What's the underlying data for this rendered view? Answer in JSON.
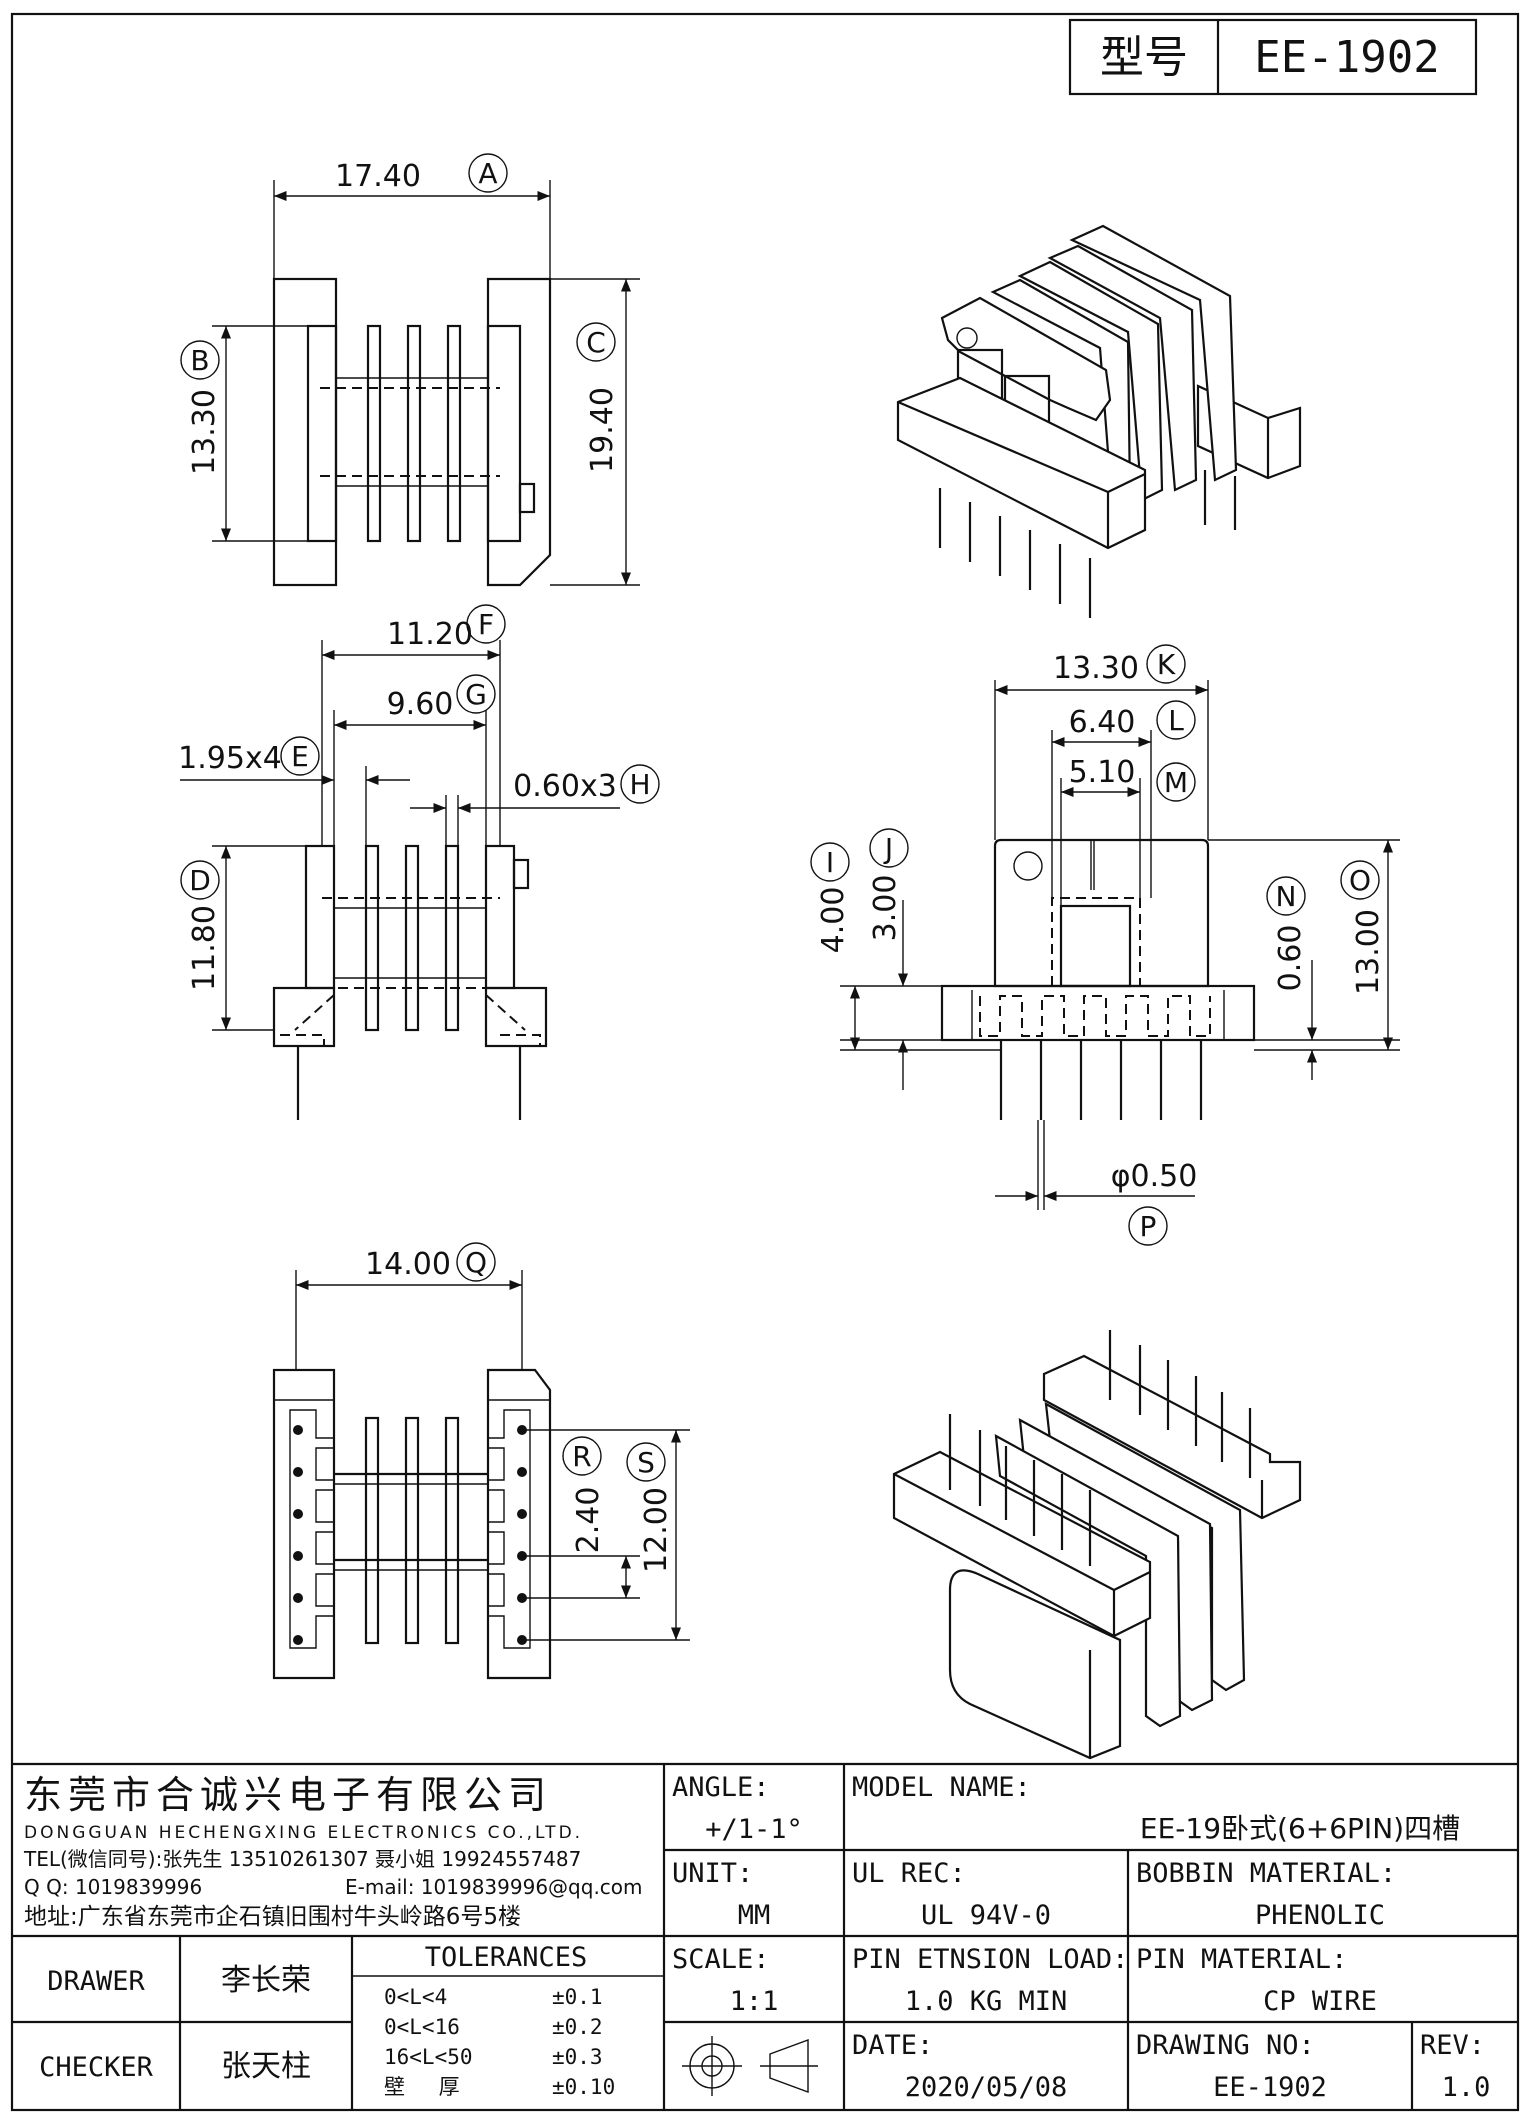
{
  "header": {
    "type_label": "型号",
    "model_code": "EE-1902"
  },
  "dimensions": {
    "A": {
      "letter": "A",
      "value": "17.40"
    },
    "B": {
      "letter": "B",
      "value": "13.30"
    },
    "C": {
      "letter": "C",
      "value": "19.40"
    },
    "D": {
      "letter": "D",
      "value": "11.80"
    },
    "E": {
      "letter": "E",
      "value": "1.95x4"
    },
    "F": {
      "letter": "F",
      "value": "11.20"
    },
    "G": {
      "letter": "G",
      "value": "9.60"
    },
    "H": {
      "letter": "H",
      "value": "0.60x3"
    },
    "I": {
      "letter": "I",
      "value": "4.00"
    },
    "J": {
      "letter": "J",
      "value": "3.00"
    },
    "K": {
      "letter": "K",
      "value": "13.30"
    },
    "L": {
      "letter": "L",
      "value": "6.40"
    },
    "M": {
      "letter": "M",
      "value": "5.10"
    },
    "N": {
      "letter": "N",
      "value": "0.60"
    },
    "O": {
      "letter": "O",
      "value": "13.00"
    },
    "P": {
      "letter": "P",
      "value": "φ0.50"
    },
    "Q": {
      "letter": "Q",
      "value": "14.00"
    },
    "R": {
      "letter": "R",
      "value": "2.40"
    },
    "S": {
      "letter": "S",
      "value": "12.00"
    }
  },
  "company": {
    "name_cn": "东莞市合诚兴电子有限公司",
    "name_en": "DONGGUAN HECHENGXING ELECTRONICS CO.,LTD.",
    "tel": "TEL(微信同号):张先生 13510261307 聂小姐 19924557487",
    "qq": "Q Q: 1019839996",
    "email": "E-mail: 1019839996@qq.com",
    "address": "地址:广东省东莞市企石镇旧围村牛头岭路6号5楼"
  },
  "title_block": {
    "angle_label": "ANGLE:",
    "angle_value": "+/1-1°",
    "model_name_label": "MODEL NAME:",
    "model_name_value": "EE-19卧式(6+6PIN)四槽",
    "unit_label": "UNIT:",
    "unit_value": "MM",
    "ul_rec_label": "UL REC:",
    "ul_rec_value": "UL 94V-0",
    "bobbin_material_label": "BOBBIN MATERIAL:",
    "bobbin_material_value": "PHENOLIC",
    "scale_label": "SCALE:",
    "scale_value": "1:1",
    "pin_load_label": "PIN ETNSION LOAD:",
    "pin_load_value": "1.0 KG MIN",
    "pin_material_label": "PIN MATERIAL:",
    "pin_material_value": "CP WIRE",
    "date_label": "DATE:",
    "date_value": "2020/05/08",
    "drawing_no_label": "DRAWING NO:",
    "drawing_no_value": "EE-1902",
    "rev_label": "REV:",
    "rev_value": "1.0",
    "drawer_label": "DRAWER",
    "drawer_value": "李长荣",
    "checker_label": "CHECKER",
    "checker_value": "张天柱",
    "tolerances_label": "TOLERANCES",
    "tolerances": [
      {
        "range": "0<L<4",
        "value": "±0.1"
      },
      {
        "range": "0<L<16",
        "value": "±0.2"
      },
      {
        "range": "16<L<50",
        "value": "±0.3"
      },
      {
        "range": "壁　 厚",
        "value": "±0.10"
      }
    ]
  }
}
